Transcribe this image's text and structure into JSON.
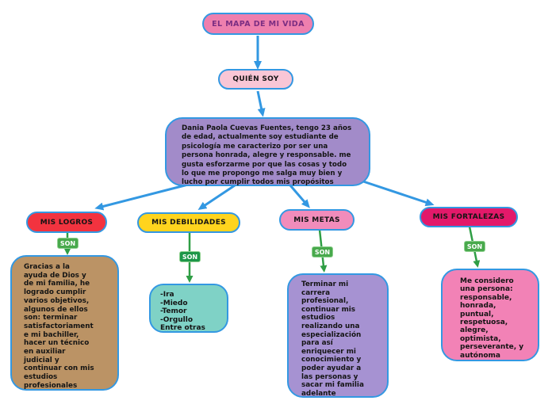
{
  "title_node": {
    "label": "EL MAPA DE MI VIDA",
    "fill": "#ee7fae",
    "text_color": "#7b2d82"
  },
  "quien_soy_node": {
    "label": "QUIÉN SOY",
    "fill": "#f9c6d6"
  },
  "bio_node": {
    "fill": "#a28bc9",
    "text": "Dania Paola Cuevas Fuentes, tengo 23 años\nde edad, actualmente soy estudiante de\npsicología me caracterizo por ser una\npersona honrada, alegre y responsable. me\ngusta esforzarme por que las cosas y todo\nlo que me propongo me salga muy bien y\nlucho por cumplir todos mis propósitos"
  },
  "branches": [
    {
      "label": "MIS LOGROS",
      "connector": "SON",
      "pill_fill": "#f2333f",
      "content_fill": "#bb9365",
      "content": "Gracias a la\nayuda de Dios y\nde mi familia, he\nlogrado cumplir\nvarios objetivos,\nalgunos de ellos\nson: terminar\nsatisfactoriament\ne mi bachiller,\nhacer un técnico\nen auxiliar\njudicial y\ncontinuar con mis\nestudios\nprofesionales"
    },
    {
      "label": "MIS DEBILIDADES",
      "connector": "SON",
      "pill_fill": "#ffd41e",
      "content_fill": "#7fd2c6",
      "content": "-Ira\n-Miedo\n-Temor\n-Orgullo\nEntre otras"
    },
    {
      "label": "MIS METAS",
      "connector": "SON",
      "pill_fill": "#f18cbb",
      "content_fill": "#a692d2",
      "content": "Terminar mi\ncarrera\nprofesional,\ncontinuar mis\nestudios\nrealizando una\nespecialización\npara así\nenriquecer mi\nconocimiento y\npoder ayudar a\nlas personas y\nsacar mi familia\nadelante"
    },
    {
      "label": "MIS FORTALEZAS",
      "connector": "SON",
      "pill_fill": "#e3196a",
      "content_fill": "#f282b6",
      "content": "Me considero\nuna persona:\nresponsable,\nhonrada,\npuntual,\nrespetuosa,\nalegre,\noptimista,\nperseverante, y\nautónoma"
    }
  ],
  "colors": {
    "node_border_blue": "#3398e2",
    "arrow_blue": "#3398e2",
    "connector_green": "#2f9e45",
    "son_badge_green": "#48a94c",
    "son_badge_green_dark": "#1d9648",
    "background": "#ffffff"
  }
}
